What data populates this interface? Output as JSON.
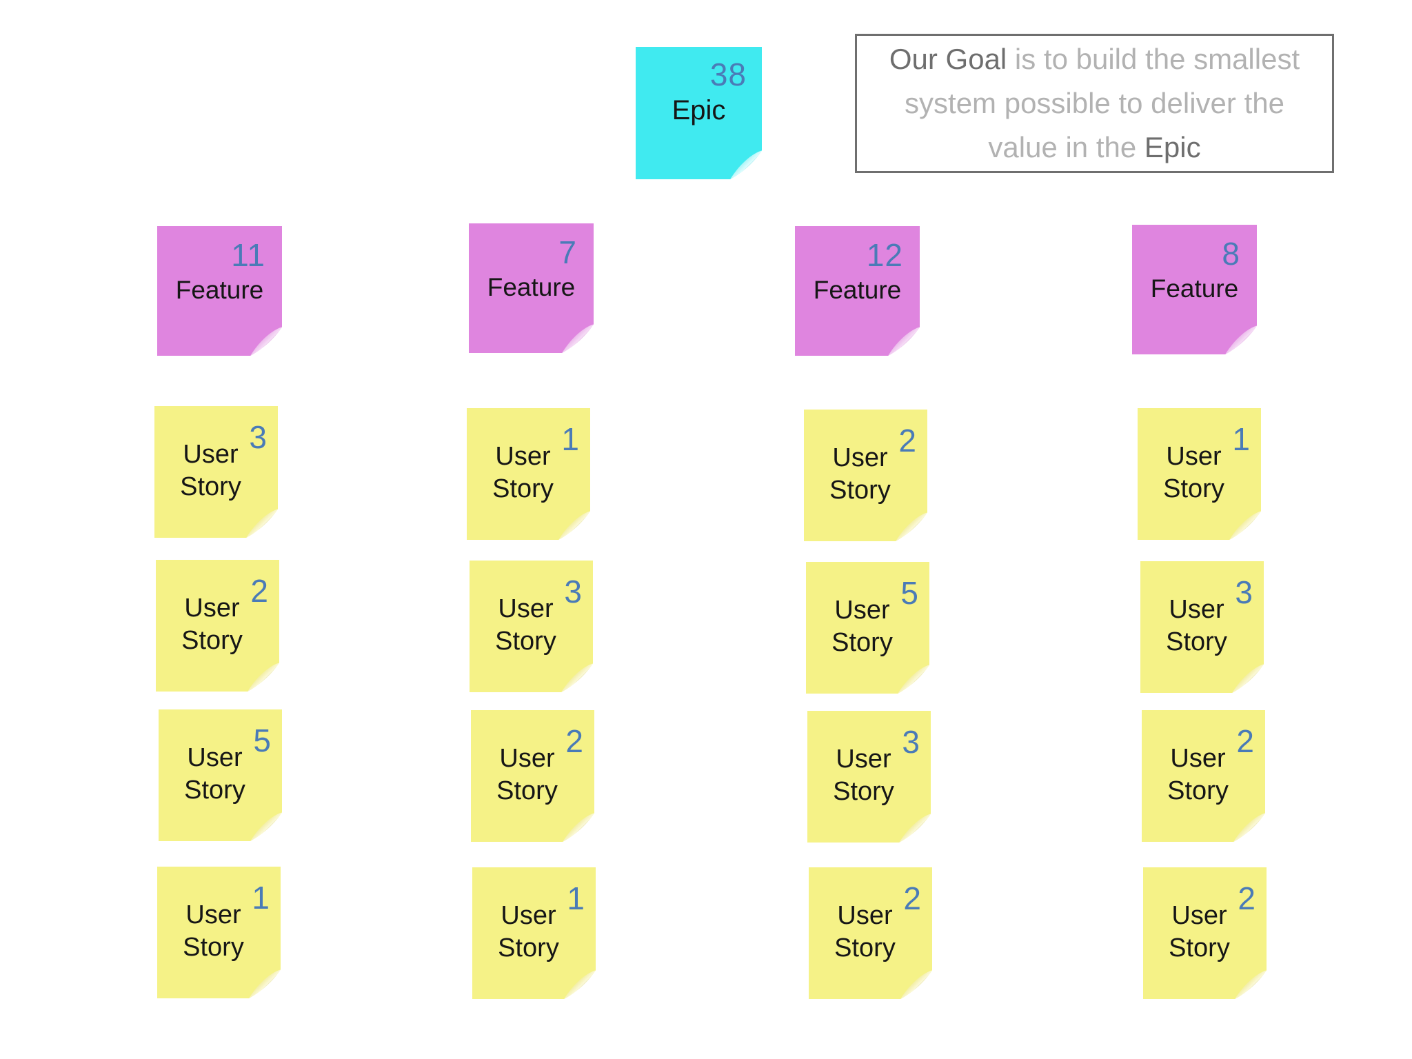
{
  "goal_box": {
    "part_dark_start": "Our Goal",
    "part_light": " is to build the smallest system possible to deliver the value in the ",
    "part_dark_end": "Epic"
  },
  "epic": {
    "label": "Epic",
    "points": "38"
  },
  "story_label": {
    "line1": "User",
    "line2": "Story"
  },
  "columns": [
    {
      "feature": {
        "label": "Feature",
        "points": "11"
      },
      "stories": [
        {
          "points": "3"
        },
        {
          "points": "2"
        },
        {
          "points": "5"
        },
        {
          "points": "1"
        }
      ]
    },
    {
      "feature": {
        "label": "Feature",
        "points": "7"
      },
      "stories": [
        {
          "points": "1"
        },
        {
          "points": "3"
        },
        {
          "points": "2"
        },
        {
          "points": "1"
        }
      ]
    },
    {
      "feature": {
        "label": "Feature",
        "points": "12"
      },
      "stories": [
        {
          "points": "2"
        },
        {
          "points": "5"
        },
        {
          "points": "3"
        },
        {
          "points": "2"
        }
      ]
    },
    {
      "feature": {
        "label": "Feature",
        "points": "8"
      },
      "stories": [
        {
          "points": "1"
        },
        {
          "points": "3"
        },
        {
          "points": "2"
        },
        {
          "points": "2"
        }
      ]
    }
  ],
  "colors": {
    "epic_bg": "#40EAF0",
    "feature_bg": "#DF85DF",
    "story_bg": "#F5F287",
    "points_color": "#4A7BB7",
    "goal_dark": "#6E6E6E",
    "goal_light": "#B2B2B2",
    "goal_border": "#6F6F6F"
  }
}
